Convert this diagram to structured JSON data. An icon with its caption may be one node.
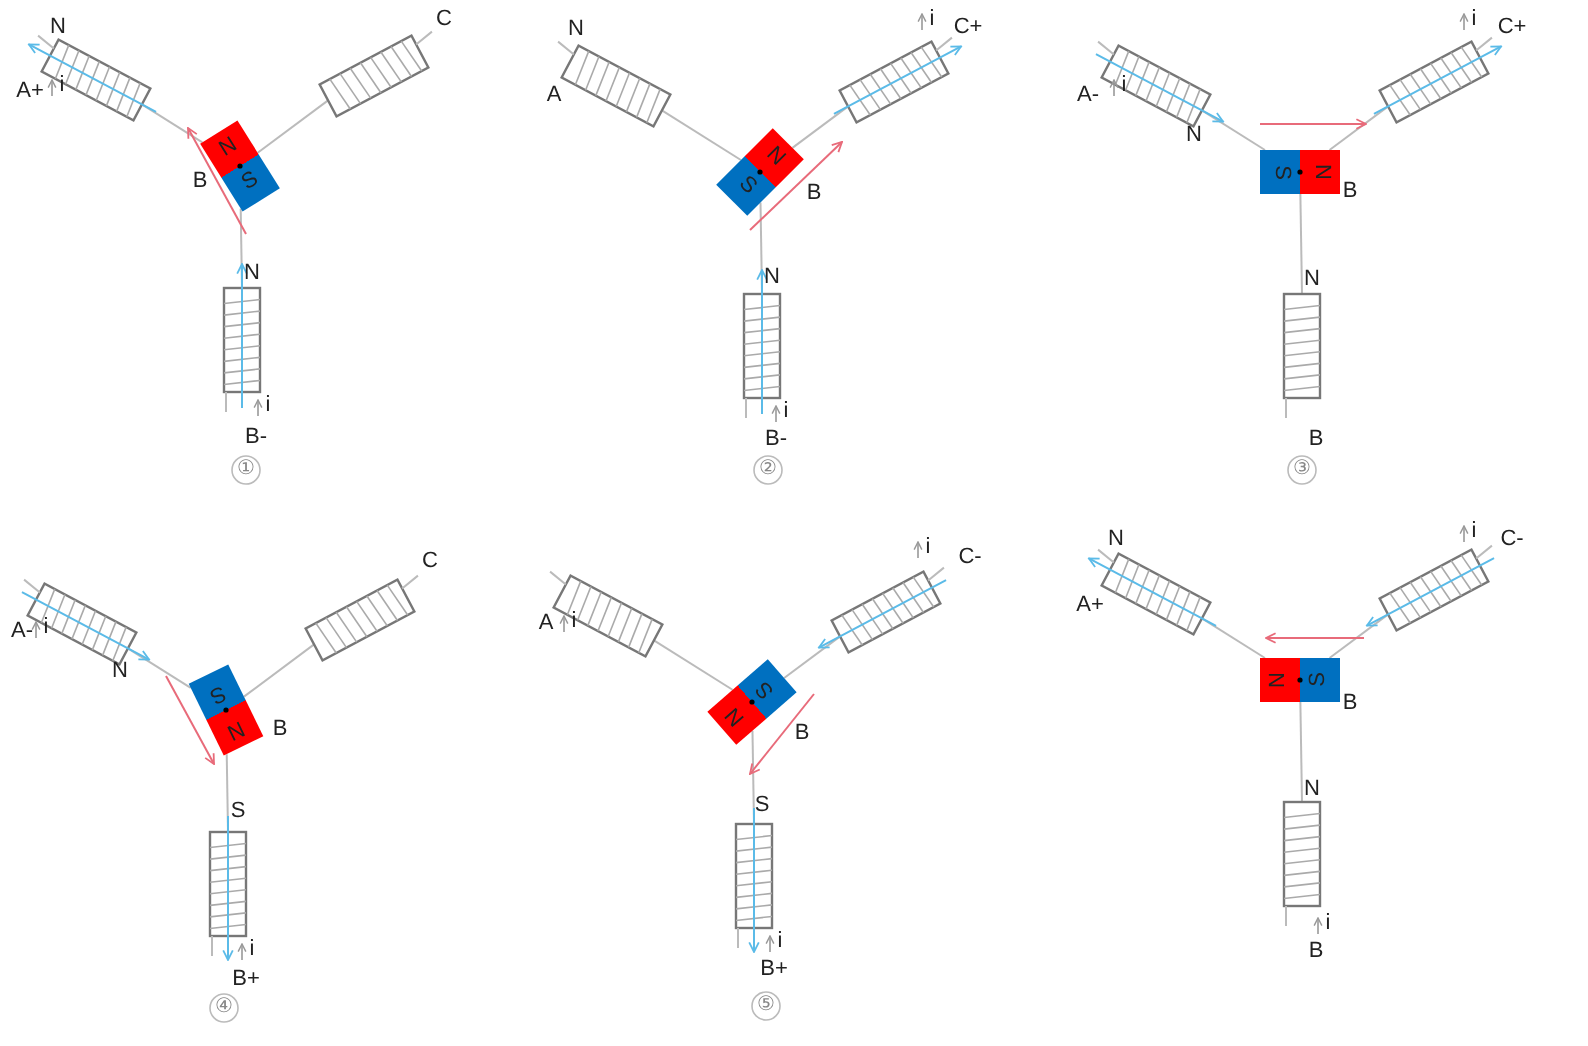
{
  "diagram": {
    "nodes": [
      {
        "text": [],
        "shape": "coil"
      },
      {
        "text": [],
        "shape": "coil"
      },
      {
        "text": [
          "N",
          "S"
        ]
      },
      {
        "text": [],
        "shape": "coil"
      },
      {
        "text": [],
        "shape": "coil"
      },
      {
        "text": [],
        "shape": "coil"
      },
      {
        "text": [
          "N",
          "S"
        ]
      },
      {
        "text": [],
        "shape": "coil"
      },
      {
        "text": [],
        "shape": "coil"
      },
      {
        "text": [],
        "shape": "coil"
      },
      {
        "text": [
          "N",
          "S"
        ]
      },
      {
        "text": [],
        "shape": "coil"
      },
      {
        "text": [],
        "shape": "coil"
      },
      {
        "text": [],
        "shape": "coil"
      },
      {
        "text": [
          "N",
          "S"
        ]
      },
      {
        "text": [],
        "shape": "coil"
      },
      {
        "text": [],
        "shape": "coil"
      },
      {
        "text": [],
        "shape": "coil"
      },
      {
        "text": [
          "N",
          "S"
        ]
      },
      {
        "text": [],
        "shape": "coil"
      },
      {
        "text": [],
        "shape": "coil"
      },
      {
        "text": [],
        "shape": "coil"
      },
      {
        "text": [
          "N",
          "S"
        ]
      },
      {
        "text": [],
        "shape": "coil"
      }
    ],
    "edges": [
      {
        "from": 0,
        "to": 2,
        "arrow": "none"
      },
      {
        "from": 1,
        "to": 2,
        "arrow": "none"
      },
      {
        "from": 3,
        "to": 2,
        "arrow": "none"
      },
      {
        "from": 4,
        "to": 6,
        "arrow": "none"
      },
      {
        "from": 5,
        "to": 6,
        "arrow": "none"
      },
      {
        "from": 7,
        "to": 6,
        "arrow": "none"
      },
      {
        "from": 8,
        "to": 10,
        "arrow": "none"
      },
      {
        "from": 9,
        "to": 10,
        "arrow": "none"
      },
      {
        "from": 11,
        "to": 10,
        "arrow": "none"
      },
      {
        "from": 12,
        "to": 14,
        "arrow": "none"
      },
      {
        "from": 13,
        "to": 14,
        "arrow": "none"
      },
      {
        "from": 15,
        "to": 14,
        "arrow": "none"
      },
      {
        "from": 16,
        "to": 18,
        "arrow": "none"
      },
      {
        "from": 17,
        "to": 18,
        "arrow": "none"
      },
      {
        "from": 19,
        "to": 18,
        "arrow": "none"
      },
      {
        "from": 20,
        "to": 22,
        "arrow": "none"
      },
      {
        "from": 21,
        "to": 22,
        "arrow": "none"
      },
      {
        "from": 23,
        "to": 22,
        "arrow": "none"
      }
    ],
    "labels": [
      "N",
      "C",
      "A+",
      "i",
      "B",
      "N",
      "i",
      "B-",
      "①",
      "N",
      "i",
      "C+",
      "A",
      "B",
      "N",
      "i",
      "B-",
      "②",
      "i",
      "C+",
      "A-",
      "i",
      "N",
      "B",
      "N",
      "B",
      "③",
      "C",
      "A-",
      "i",
      "N",
      "B",
      "S",
      "i",
      "B+",
      "④",
      "i",
      "C-",
      "A",
      "i",
      "B",
      "S",
      "i",
      "B+",
      "⑤",
      "N",
      "i",
      "C-",
      "A+",
      "B",
      "N",
      "i",
      "B"
    ]
  }
}
